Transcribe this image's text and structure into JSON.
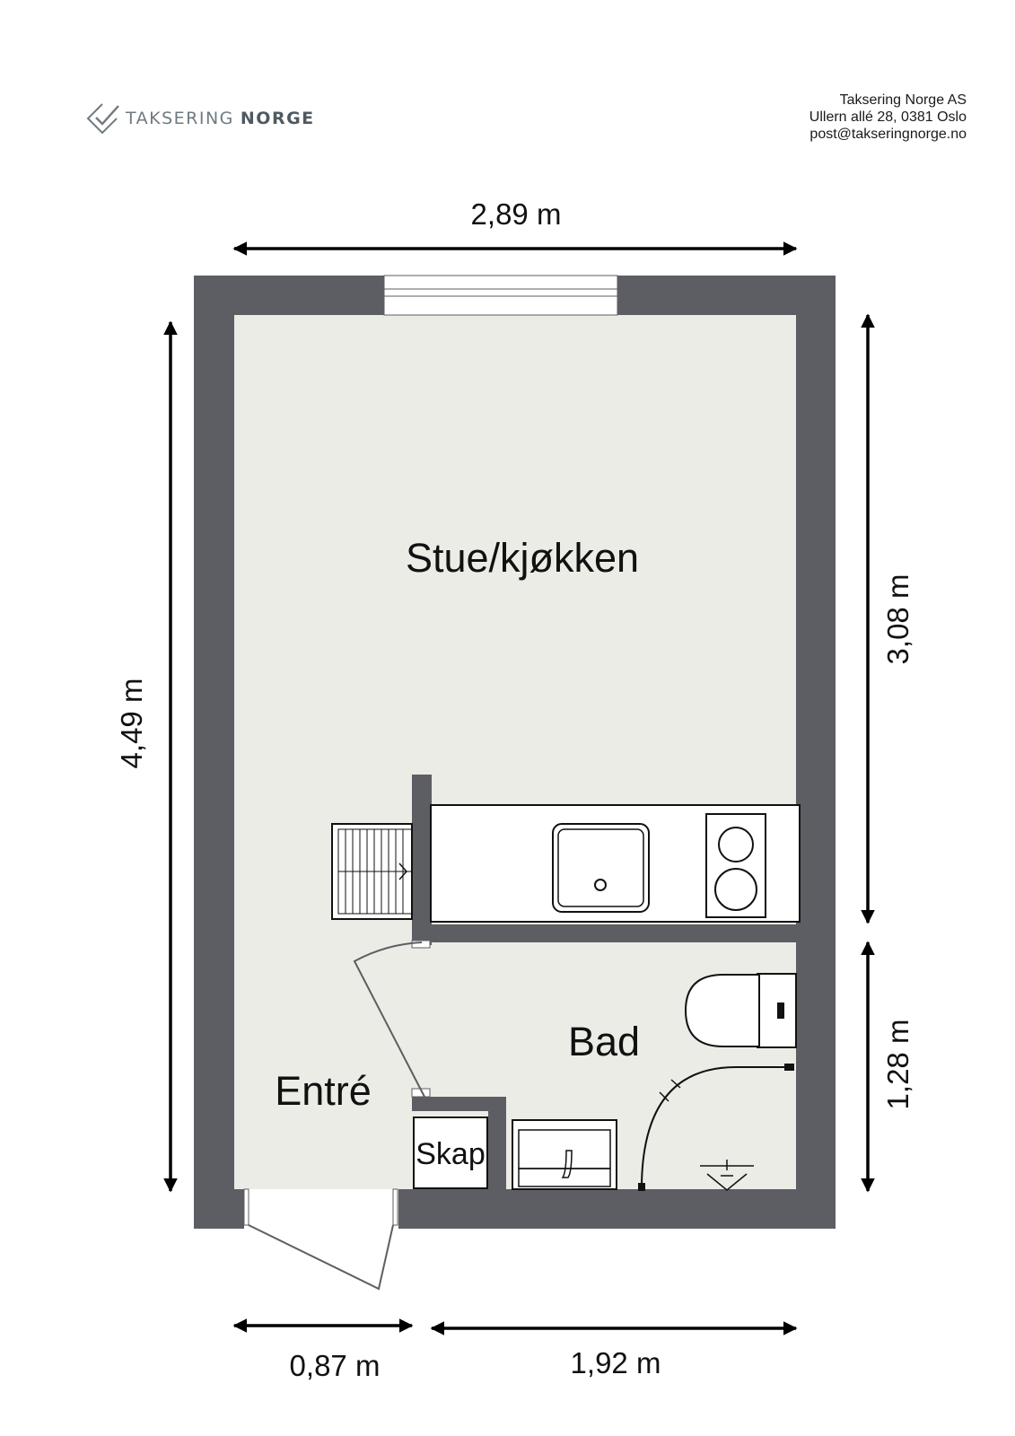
{
  "company": {
    "logo_word_1": "TAKSERING",
    "logo_word_2": "NORGE",
    "name": "Taksering Norge AS",
    "address": "Ullern allé 28, 0381 Oslo",
    "email": "post@takseringnorge.no"
  },
  "rooms": {
    "living": "Stue/kjøkken",
    "bath": "Bad",
    "entry": "Entré",
    "closet": "Skap"
  },
  "dimensions": {
    "top_width": "2,89 m",
    "left_height": "4,49 m",
    "right_upper": "3,08 m",
    "right_lower": "1,28 m",
    "bottom_left": "0,87 m",
    "bottom_right": "1,92 m"
  },
  "colors": {
    "wall": "#5d5e63",
    "floor": "#ececE6",
    "background": "#ffffff"
  }
}
